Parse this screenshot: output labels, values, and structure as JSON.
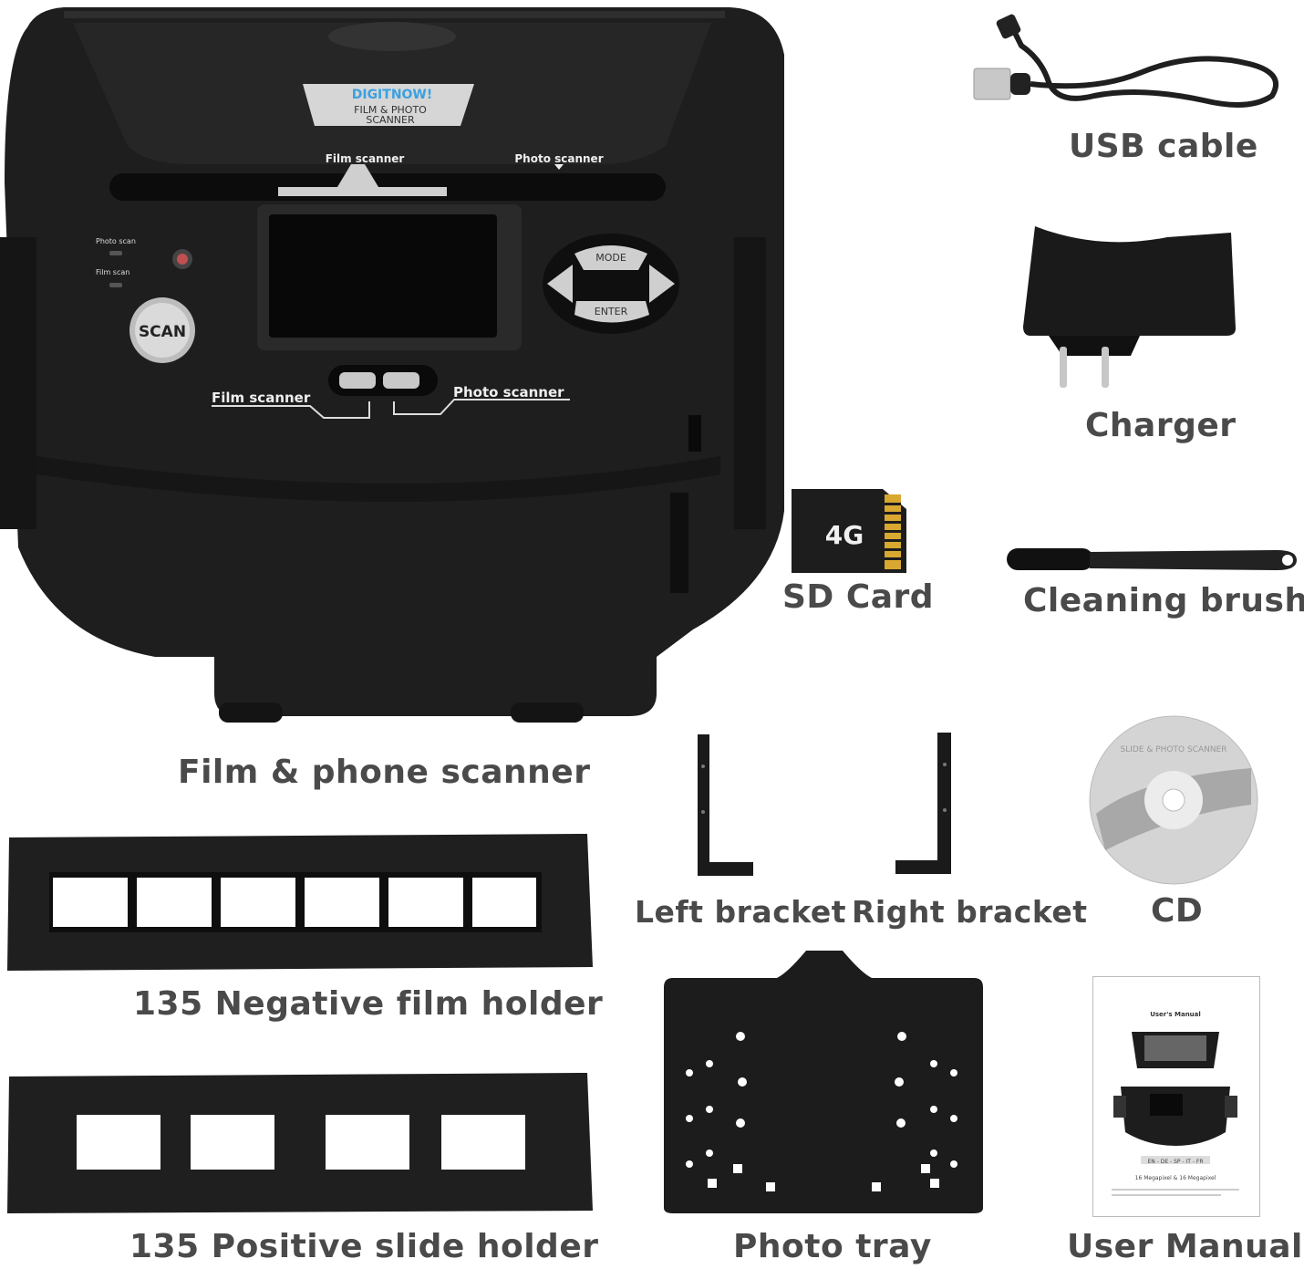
{
  "scanner": {
    "brand": "DIGITNOW!",
    "badge_line1": "FILM & PHOTO",
    "badge_line2": "SCANNER",
    "top_film": "Film scanner",
    "top_photo": "Photo scanner",
    "led_photo": "Photo scan",
    "led_film": "Film scan",
    "scan_button": "SCAN",
    "mode_button": "MODE",
    "enter_button": "ENTER",
    "slider_film": "Film scanner",
    "slider_photo": "Photo scanner"
  },
  "sd_card_capacity": "4G",
  "cd_print": "SLIDE & PHOTO SCANNER",
  "manual": {
    "title": "User's Manual",
    "languages": "EN - DE - SP - IT - FR",
    "resolution": "16 Megapixel & 16 Megapixel"
  },
  "labels": {
    "scanner": "Film & phone scanner",
    "usb": "USB cable",
    "charger": "Charger",
    "sd": "SD Card",
    "brush": "Cleaning brush",
    "left_bracket": "Left bracket",
    "right_bracket": "Right bracket",
    "cd": "CD",
    "negative": "135 Negative film holder",
    "positive": "135 Positive slide holder",
    "tray": "Photo tray",
    "manual": "User Manual"
  },
  "colors": {
    "device": "#1e1e1e",
    "label": "#4a4a4a",
    "background": "#ffffff"
  }
}
